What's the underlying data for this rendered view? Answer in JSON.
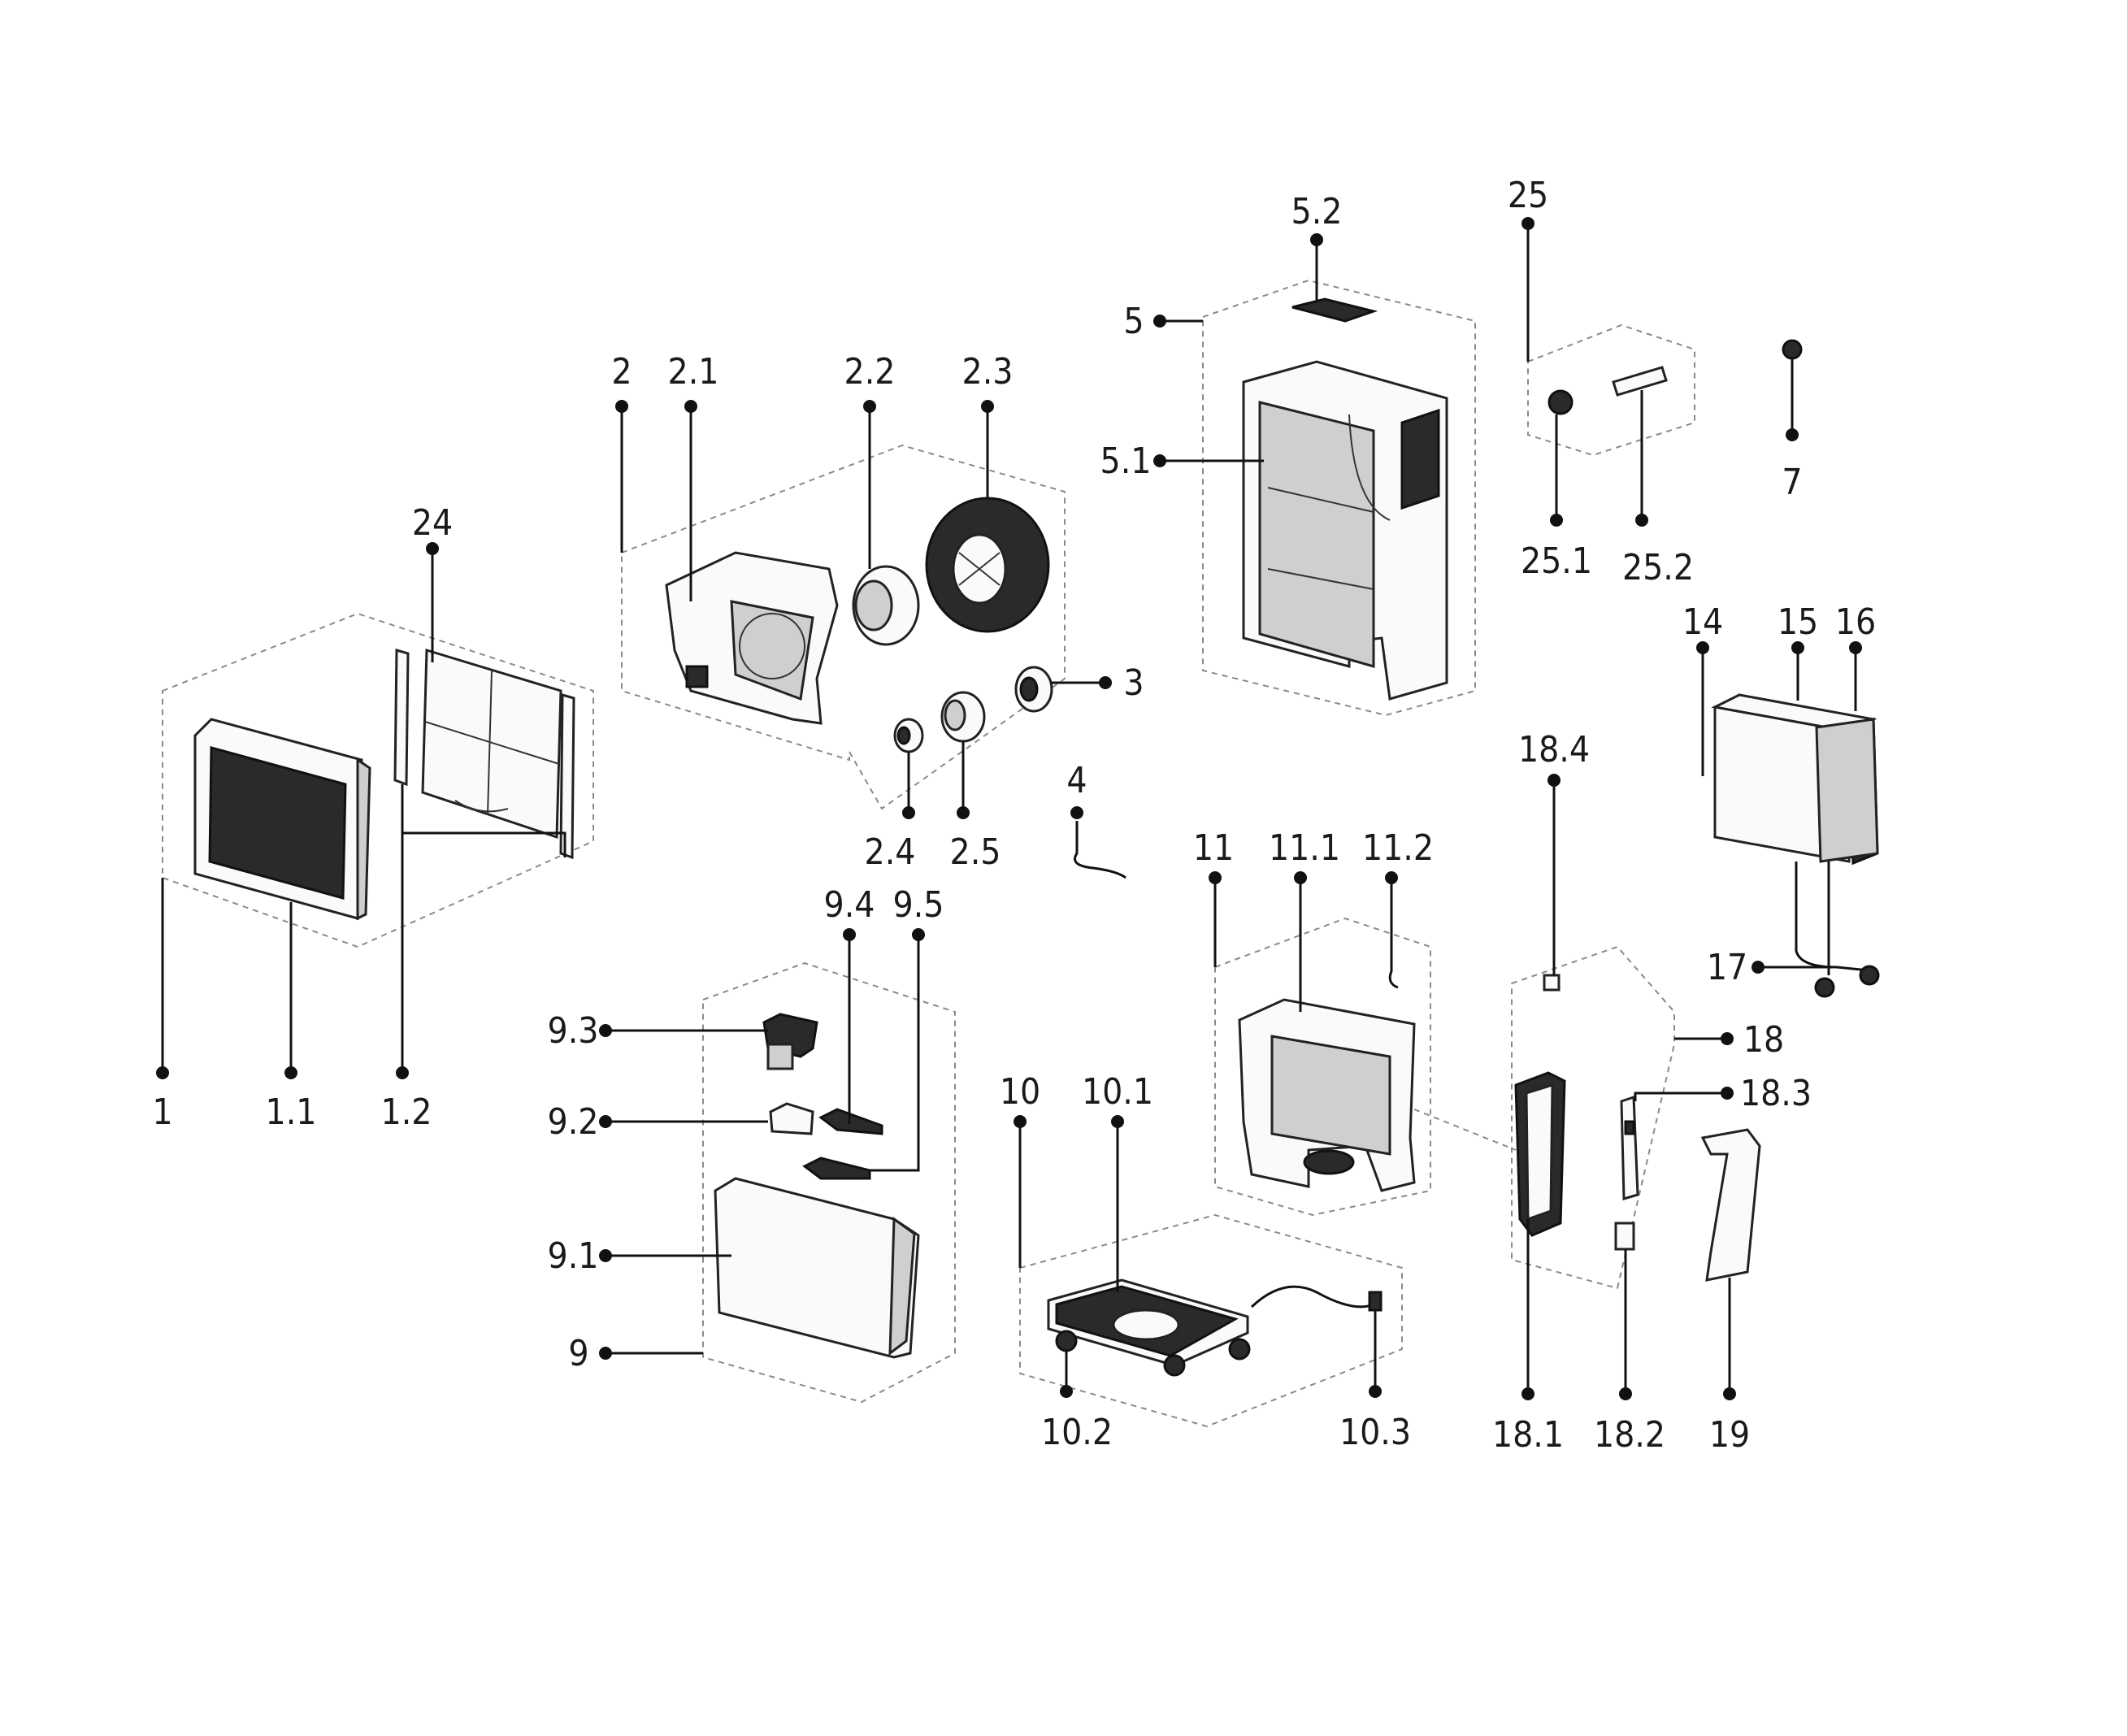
{
  "labels": {
    "l1": "1",
    "l1_1": "1.1",
    "l1_2": "1.2",
    "l24": "24",
    "l2": "2",
    "l2_1": "2.1",
    "l2_2": "2.2",
    "l2_3": "2.3",
    "l2_4": "2.4",
    "l2_5": "2.5",
    "l3": "3",
    "l4": "4",
    "l5": "5",
    "l5_1": "5.1",
    "l5_2": "5.2",
    "l25": "25",
    "l25_1": "25.1",
    "l25_2": "25.2",
    "l7": "7",
    "l14": "14",
    "l15": "15",
    "l16": "16",
    "l17": "17",
    "l18": "18",
    "l18_1": "18.1",
    "l18_2": "18.2",
    "l18_3": "18.3",
    "l18_4": "18.4",
    "l19": "19",
    "l11": "11",
    "l11_1": "11.1",
    "l11_2": "11.2",
    "l9": "9",
    "l9_1": "9.1",
    "l9_2": "9.2",
    "l9_3": "9.3",
    "l9_4": "9.4",
    "l9_5": "9.5",
    "l10": "10",
    "l10_1": "10.1",
    "l10_2": "10.2",
    "l10_3": "10.3"
  }
}
